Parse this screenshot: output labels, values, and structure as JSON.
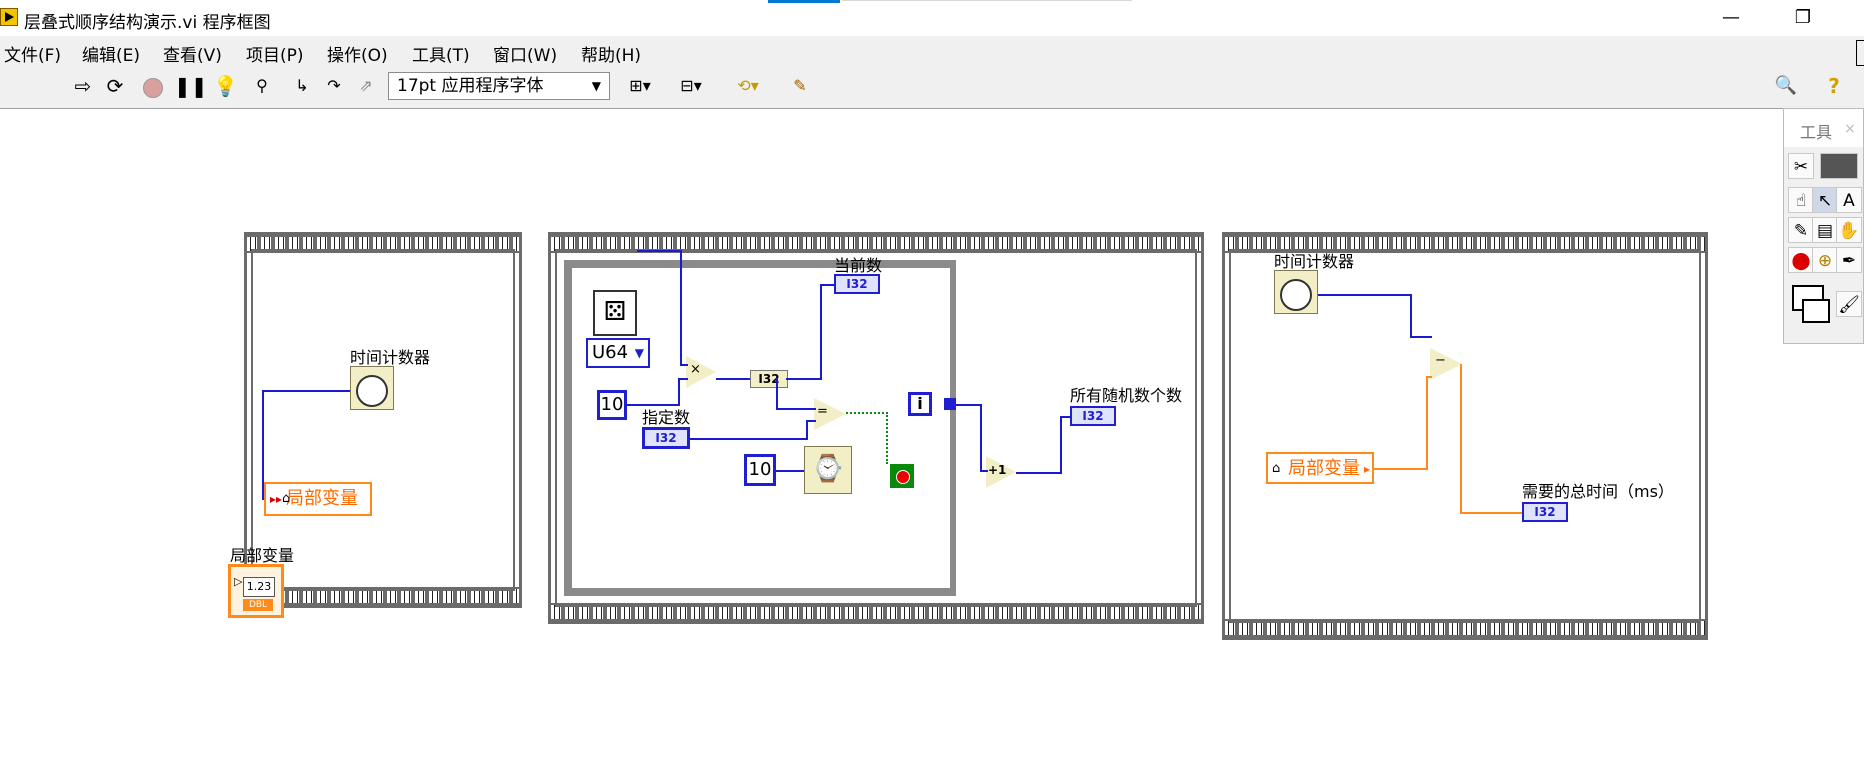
{
  "window": {
    "title": "层叠式顺序结构演示.vi 程序框图",
    "minimize_glyph": "—",
    "restore_glyph": "❐"
  },
  "menu": {
    "items": [
      "文件(F)",
      "编辑(E)",
      "查看(V)",
      "项目(P)",
      "操作(O)",
      "工具(T)",
      "窗口(W)",
      "帮助(H)"
    ]
  },
  "toolbar": {
    "font_select_value": "17pt 应用程序字体",
    "icons": [
      "run-arrow-icon",
      "run-continuous-icon",
      "abort-icon",
      "pause-icon",
      "highlight-execution-icon",
      "retain-wire-values-icon",
      "step-into-icon",
      "step-over-icon",
      "step-out-icon",
      "align-objects-icon",
      "distribute-objects-icon",
      "reorder-icon",
      "cleanup-diagram-icon",
      "search-icon",
      "help-icon"
    ]
  },
  "tools_palette": {
    "title": "工具",
    "close_glyph": "×"
  },
  "diagram": {
    "frame1": {
      "tick_label": "时间计数器",
      "local_var": "局部变量"
    },
    "frame2": {
      "random_type": "U64",
      "const_10_a": "10",
      "mult_symbol": "×",
      "convert_label": "I32",
      "current_label": "当前数",
      "current_indicator": "I32",
      "eq_symbol": "=",
      "target_label": "指定数",
      "target_control": "I32",
      "const_10_b": "10",
      "iteration_terminal": "i",
      "inc_symbol": "+1",
      "total_label": "所有随机数个数",
      "total_indicator": "I32"
    },
    "frame3": {
      "tick_label": "时间计数器",
      "local_var": "局部变量",
      "sub_symbol": "−",
      "elapsed_label": "需要的总时间（ms）",
      "elapsed_indicator": "I32"
    },
    "free_local_var_label": "局部变量",
    "free_local_var_value": "1.23",
    "free_local_var_type": "DBL"
  },
  "colors": {
    "wire_blue": "#1a1ad0",
    "wire_orange": "#ff8a1a",
    "frame_gray": "#6b6b6b",
    "boolean_green": "#009900"
  }
}
